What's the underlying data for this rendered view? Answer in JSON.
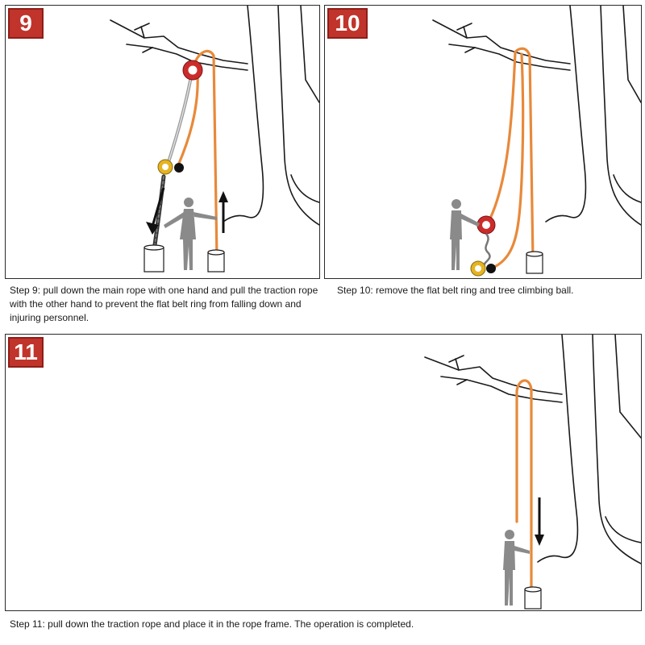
{
  "panels": [
    {
      "number": "9",
      "caption": "Step 9: pull down the main rope with one hand and pull the traction rope with the other hand to prevent the flat belt ring from falling down and injuring personnel."
    },
    {
      "number": "10",
      "caption": "Step 10: remove the flat belt ring and tree climbing ball."
    },
    {
      "number": "11",
      "caption": "Step 11: pull down the traction rope and place it in the rope frame. The operation is completed."
    }
  ],
  "colors": {
    "badge": "#c0342b",
    "rope_orange": "#e8893a",
    "main_rope": "#555555",
    "ring_red": "#cc2b2b",
    "ring_yellow": "#e6b422",
    "person": "#8a8a8a",
    "outline": "#1a1a1a"
  },
  "icons": [
    "tree-outline",
    "person-figure",
    "rope-bucket",
    "flat-belt-ring",
    "climbing-ball",
    "arrow-up",
    "arrow-down"
  ]
}
